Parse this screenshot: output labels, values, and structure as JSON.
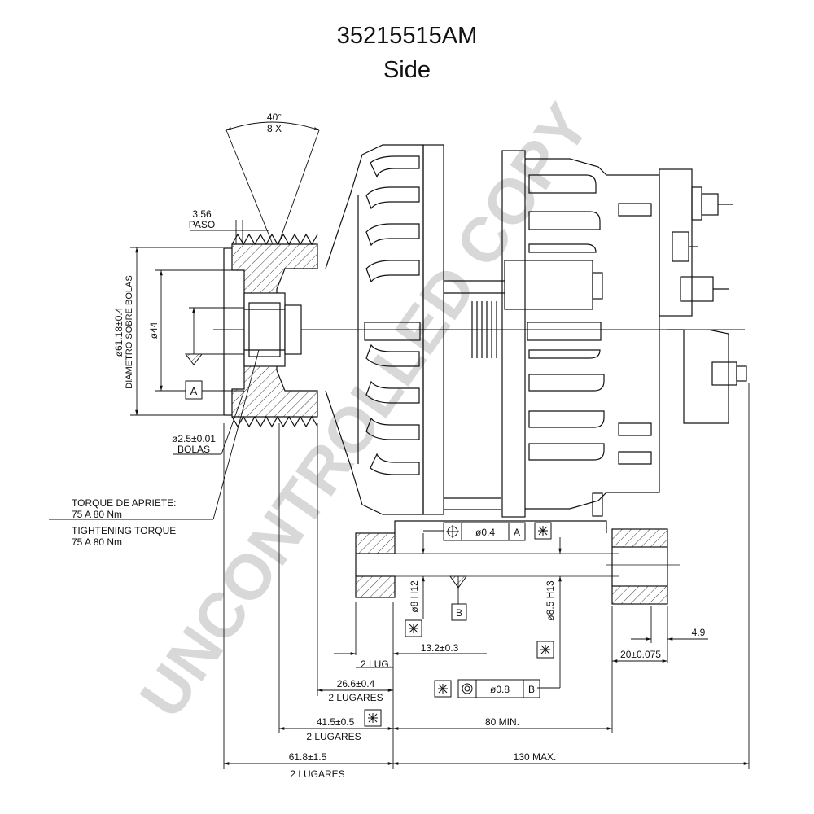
{
  "title": "35215515AM",
  "subtitle": "Side",
  "watermark": "UNCONTROLLED COPY",
  "dimensions": {
    "angle": "40°",
    "angle_count": "8 X",
    "pitch_value": "3.56",
    "pitch_label": "PASO",
    "diameter_balls": "ø61.18±0.4",
    "diameter_balls_label": "DIAMETRO SOBRE BOLAS",
    "diameter_44": "ø44",
    "ball_diameter": "ø2.5±0.01",
    "ball_label": "BOLAS",
    "torque_es_label": "TORQUE DE APRIETE:",
    "torque_es_value": "75 A 80 Nm",
    "torque_en_label": "TIGHTENING TORQUE",
    "torque_en_value": "75 A 80 Nm",
    "hole_8": "ø8 H12",
    "hole_85": "ø8.5 H13",
    "dim_13_2": "13.2±0.3",
    "lug_2": "2 LUG.",
    "dim_26_6": "26.6±0.4",
    "lugares_1": "2 LUGARES",
    "dim_41_5": "41.5±0.5",
    "lugares_2": "2 LUGARES",
    "min_80": "80 MIN.",
    "dim_61_8": "61.8±1.5",
    "lugares_3": "2 LUGARES",
    "max_130": "130 MAX.",
    "dim_4_9": "4.9",
    "dim_20": "20±0.075",
    "fcf_top_value": "ø0.4",
    "fcf_top_datum": "A",
    "fcf_bottom_value": "ø0.8",
    "fcf_bottom_datum": "B",
    "datum_a": "A",
    "datum_b": "B"
  }
}
